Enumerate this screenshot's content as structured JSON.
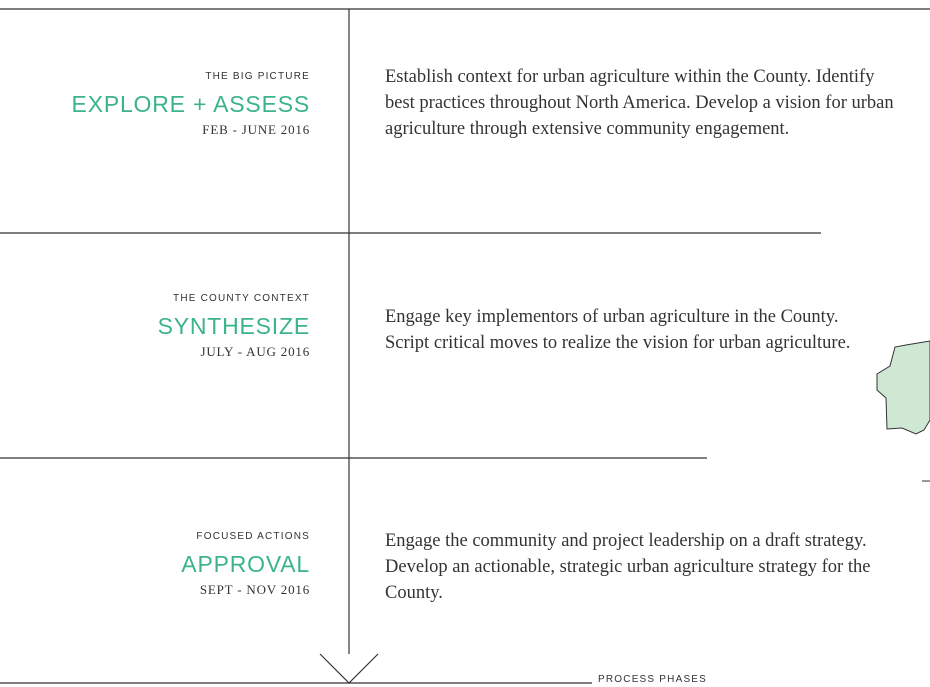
{
  "phases": [
    {
      "kicker": "The Big Picture",
      "title": "EXPLORE + ASSESS",
      "dates": "FEB - JUNE 2016",
      "description": "Establish context for urban agriculture within the County. Identify best practices throughout North America. Develop a vision for urban agriculture through extensive community engagement."
    },
    {
      "kicker": "The County Context",
      "title": "SYNTHESIZE",
      "dates": "JULY - AUG 2016",
      "description": "Engage key implementors of urban agriculture in the County. Script critical moves to realize the vision for urban agriculture."
    },
    {
      "kicker": "Focused Actions",
      "title": "APPROVAL",
      "dates": "SEPT - NOV 2016",
      "description": "Engage the community and project leadership on a draft strategy. Develop an actionable, strategic urban agriculture strategy for the County."
    }
  ],
  "footer": {
    "label": "Process Phases"
  },
  "colors": {
    "accent": "#3bb48a",
    "text": "#333333",
    "map_fill": "#cfe8d4"
  }
}
